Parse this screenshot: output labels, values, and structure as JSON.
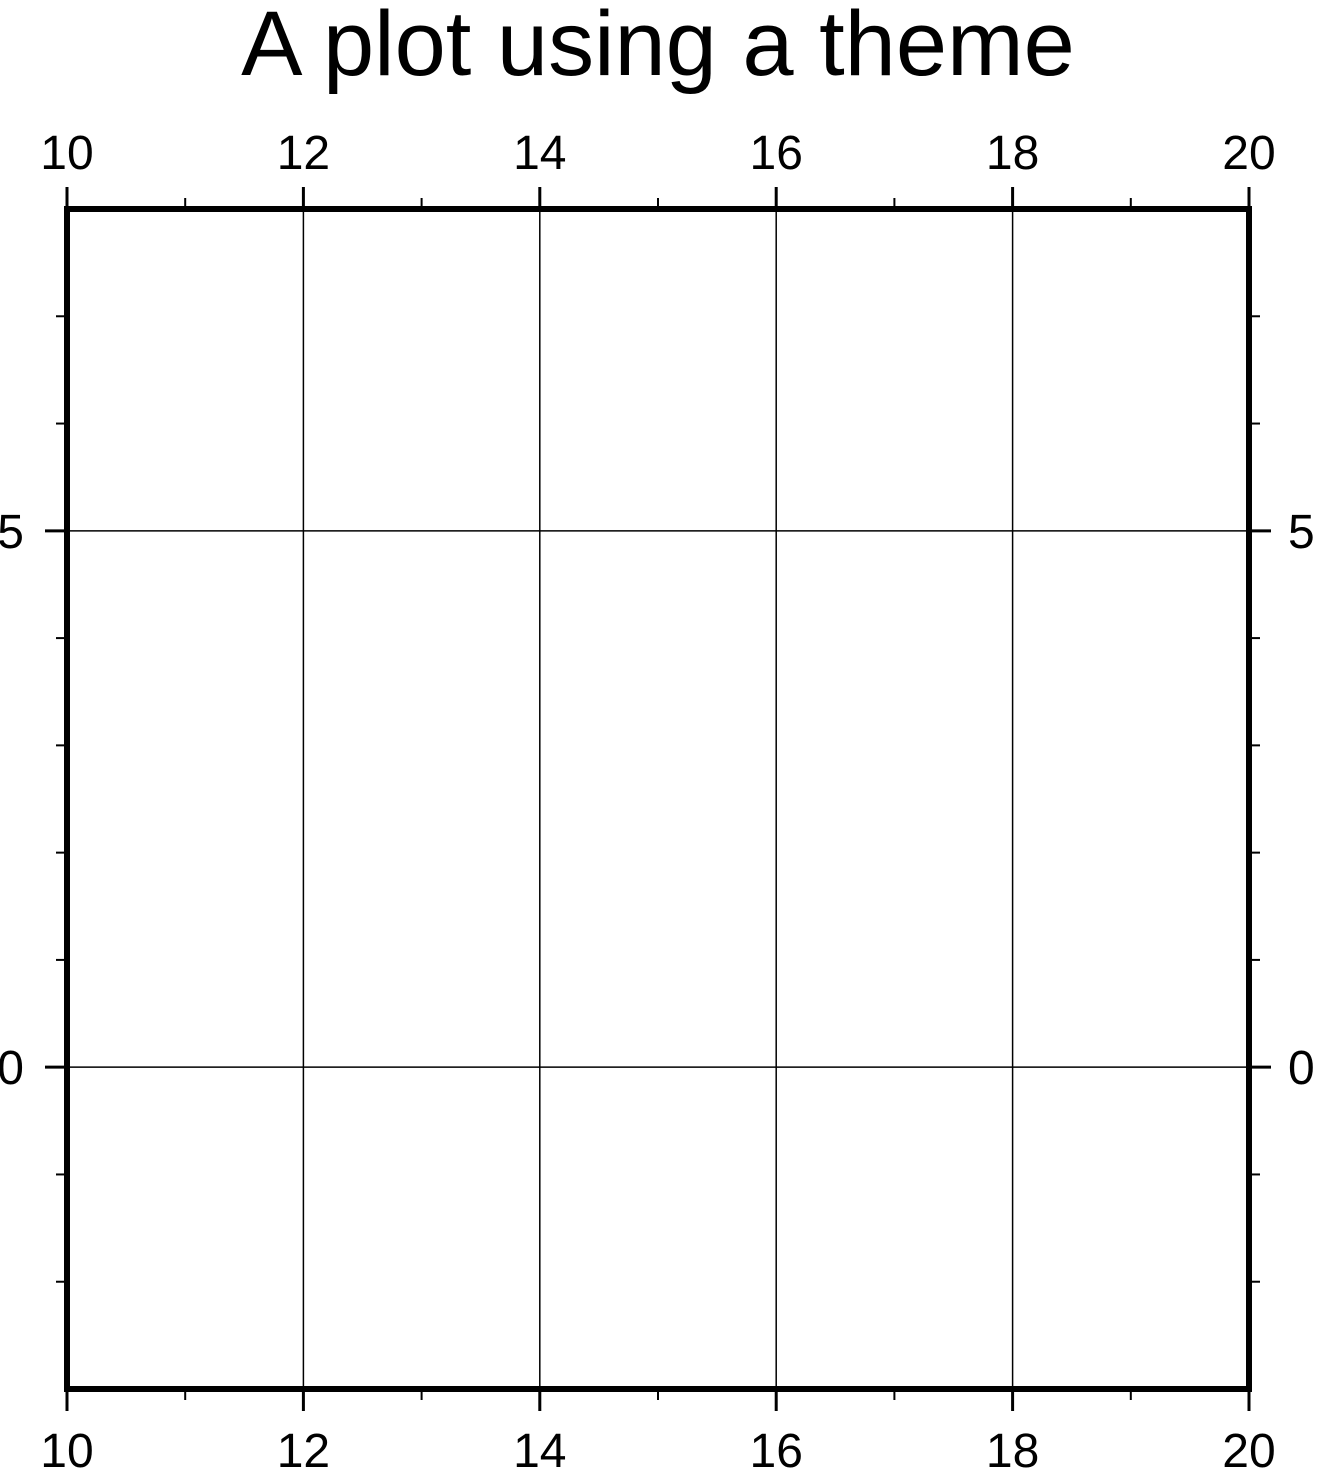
{
  "chart_data": {
    "type": "scatter",
    "title": "A plot using a theme",
    "xlabel": "",
    "ylabel": "",
    "xlim": [
      10,
      20
    ],
    "ylim": [
      -3,
      8
    ],
    "x_ticks": [
      10,
      12,
      14,
      16,
      18,
      20
    ],
    "x_minor_ticks": [
      11,
      13,
      15,
      17,
      19
    ],
    "y_ticks": [
      0,
      5
    ],
    "y_minor_ticks": [
      -2,
      -1,
      1,
      2,
      3,
      4,
      6,
      7
    ],
    "x_tick_labels": [
      "10",
      "12",
      "14",
      "16",
      "18",
      "20"
    ],
    "y_tick_labels": [
      "0",
      "5"
    ],
    "x_axis_labels_on": [
      "top",
      "bottom"
    ],
    "y_axis_labels_on": [
      "left",
      "right"
    ],
    "grid": true,
    "series": [],
    "colors": {
      "background": "#ffffff",
      "frame": "#000000",
      "grid": "#000000",
      "text": "#000000"
    }
  }
}
